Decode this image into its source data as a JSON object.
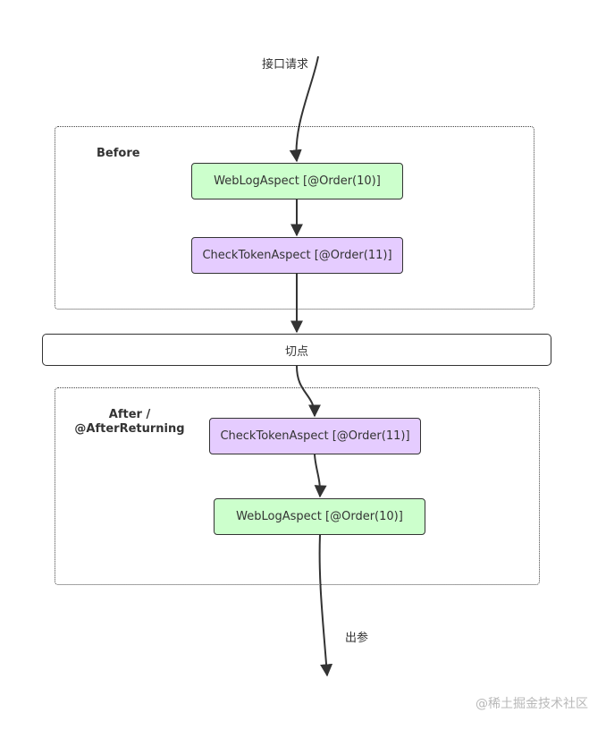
{
  "diagram": {
    "entry_label": "接口请求",
    "exit_label": "出参",
    "groups": {
      "before": {
        "label": "Before"
      },
      "after": {
        "label_line1": "After /",
        "label_line2": "@AfterReturning"
      }
    },
    "nodes": {
      "before_web": "WebLogAspect [@Order(10)]",
      "before_check": "CheckTokenAspect [@Order(11)]",
      "pointcut": "切点",
      "after_check": "CheckTokenAspect [@Order(11)]",
      "after_web": "WebLogAspect [@Order(10)]"
    },
    "colors": {
      "green_node": "#ccffcc",
      "purple_node": "#e5ccff",
      "edge": "#333333"
    }
  },
  "watermark": "@稀土掘金技术社区"
}
